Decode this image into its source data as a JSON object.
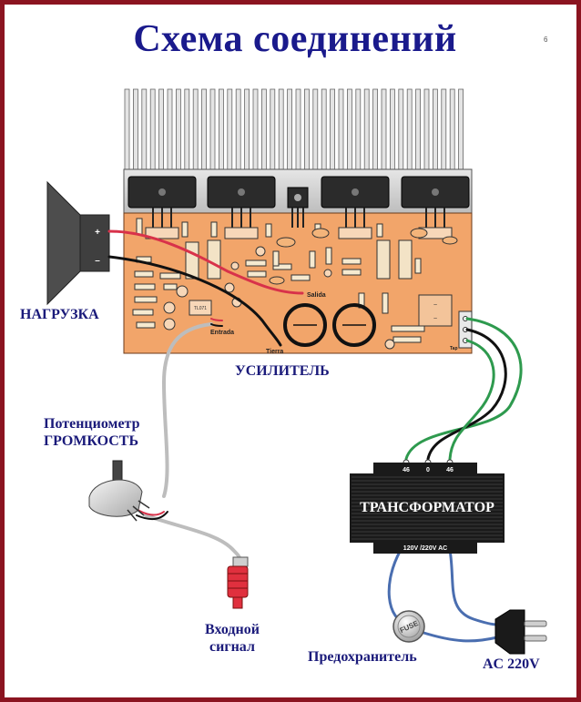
{
  "title": "Схема соединений",
  "page_number": "6",
  "labels": {
    "load": "НАГРУЗКА",
    "amplifier": "УСИЛИТЕЛЬ",
    "pot_line1": "Потенциометр",
    "pot_line2": "ГРОМКОСТЬ",
    "input_line1": "Входной",
    "input_line2": "сигнал",
    "fuse": "Предохранитель",
    "mains": "AC 220V"
  },
  "board": {
    "salida": "Salida",
    "entrada": "Entrada",
    "tierra": "Tierra",
    "tap": "Tap",
    "chip": "TL071"
  },
  "speaker": {
    "plus": "+",
    "minus": "–"
  },
  "transformer": {
    "name": "ТРАНСФОРМАТОР",
    "taps": [
      "46",
      "0",
      "46"
    ],
    "primary": "120V /220V AC"
  },
  "fuse_text": "FUSE",
  "colors": {
    "pcb": "#f2a56a",
    "heatsink": "#d6d6d6",
    "title": "#1a1a8c",
    "border": "#8b1420",
    "wire_green": "#2e9a4e",
    "wire_red": "#d8324a",
    "wire_black": "#111111",
    "wire_blue": "#4a6eb0",
    "wire_gray": "#bdbdbd"
  }
}
